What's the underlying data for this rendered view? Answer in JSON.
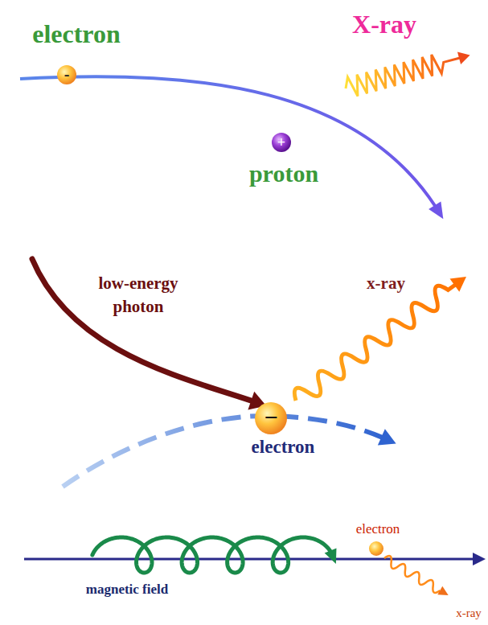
{
  "diagram": {
    "labels": [
      "electron",
      "-",
      "X-ray",
      "+",
      "proton",
      "low-energy photon",
      "x-ray",
      "−",
      "electron",
      "electron",
      "magnetic field",
      "x-ray"
    ]
  }
}
